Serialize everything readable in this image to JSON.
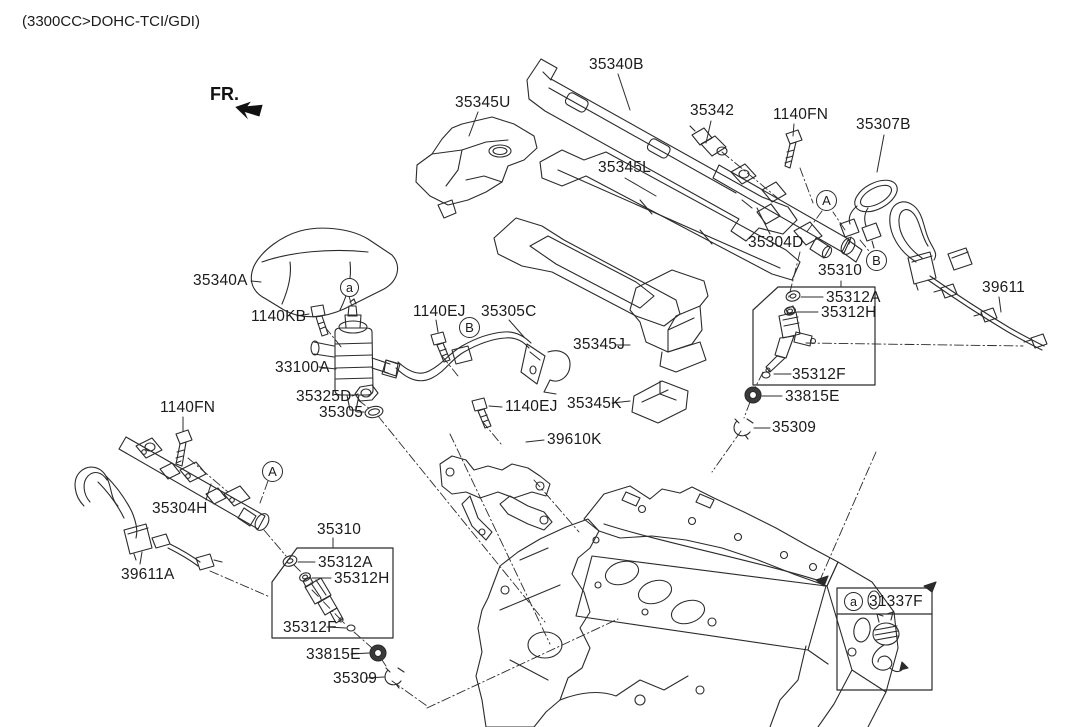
{
  "diagram": {
    "engine_spec": "(3300CC>DOHC-TCI/GDI)",
    "front_indicator": "FR."
  },
  "labels": [
    {
      "text": "35340B"
    },
    {
      "text": "35345U"
    },
    {
      "text": "35342"
    },
    {
      "text": "1140FN"
    },
    {
      "text": "35307B"
    },
    {
      "text": "35345L"
    },
    {
      "text": "35304D"
    },
    {
      "text": "35310"
    },
    {
      "text": "39611"
    },
    {
      "text": "35340A"
    },
    {
      "text": "35312A"
    },
    {
      "text": "35312H"
    },
    {
      "text": "1140KB"
    },
    {
      "text": "1140EJ"
    },
    {
      "text": "35305C"
    },
    {
      "text": "33100A"
    },
    {
      "text": "35345J"
    },
    {
      "text": "35325D"
    },
    {
      "text": "35312F"
    },
    {
      "text": "35305"
    },
    {
      "text": "33815E"
    },
    {
      "text": "1140FN"
    },
    {
      "text": "1140EJ"
    },
    {
      "text": "35345K"
    },
    {
      "text": "39610K"
    },
    {
      "text": "35309"
    },
    {
      "text": "35304H"
    },
    {
      "text": "35310"
    },
    {
      "text": "35312A"
    },
    {
      "text": "35312H"
    },
    {
      "text": "39611A"
    },
    {
      "text": "35312F"
    },
    {
      "text": "33815E"
    },
    {
      "text": "35309"
    }
  ],
  "callouts": [
    {
      "letter": "a"
    },
    {
      "letter": "A"
    },
    {
      "letter": "B"
    },
    {
      "letter": "B"
    },
    {
      "letter": "A"
    },
    {
      "letter": "a"
    }
  ],
  "ref_box": {
    "part_no": "31337F"
  },
  "colors": {
    "line": "#2b2b2b",
    "background": "#ffffff"
  }
}
